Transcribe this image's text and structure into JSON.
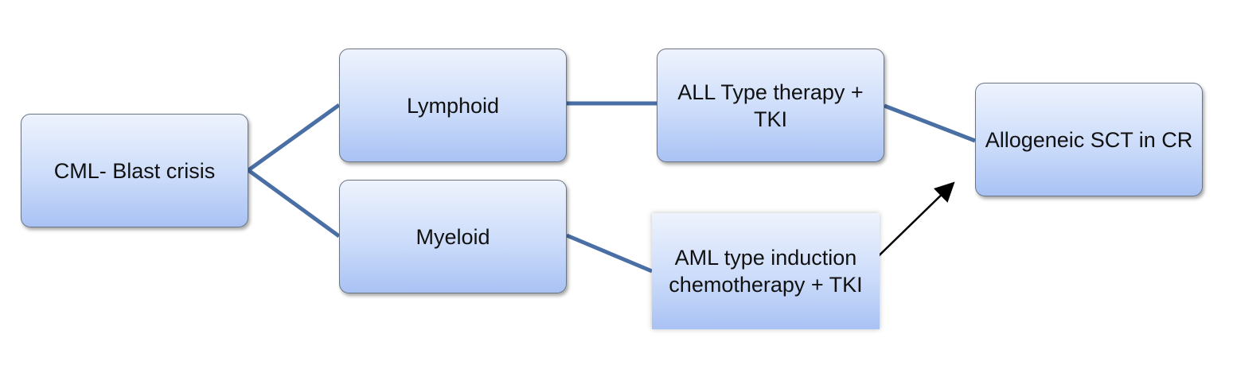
{
  "diagram": {
    "nodes": {
      "cml": {
        "label": "CML- Blast crisis"
      },
      "lymphoid": {
        "label": "Lymphoid"
      },
      "myeloid": {
        "label": "Myeloid"
      },
      "all_therapy": {
        "label": "ALL Type therapy + TKI"
      },
      "aml_therapy": {
        "label": "AML type induction chemotherapy + TKI"
      },
      "allo_sct": {
        "label": "Allogeneic SCT in CR"
      }
    },
    "edges": [
      {
        "from": "cml",
        "to": "lymphoid",
        "style": "line"
      },
      {
        "from": "cml",
        "to": "myeloid",
        "style": "line"
      },
      {
        "from": "lymphoid",
        "to": "all_therapy",
        "style": "line"
      },
      {
        "from": "myeloid",
        "to": "aml_therapy",
        "style": "line"
      },
      {
        "from": "all_therapy",
        "to": "allo_sct",
        "style": "line"
      },
      {
        "from": "aml_therapy",
        "to": "allo_sct",
        "style": "arrow"
      }
    ],
    "colors": {
      "connector": "#4a6fa5",
      "arrow": "#000000",
      "box_top": "#eef3fd",
      "box_bottom": "#a9c2f4",
      "box_border": "#6b7584"
    }
  }
}
